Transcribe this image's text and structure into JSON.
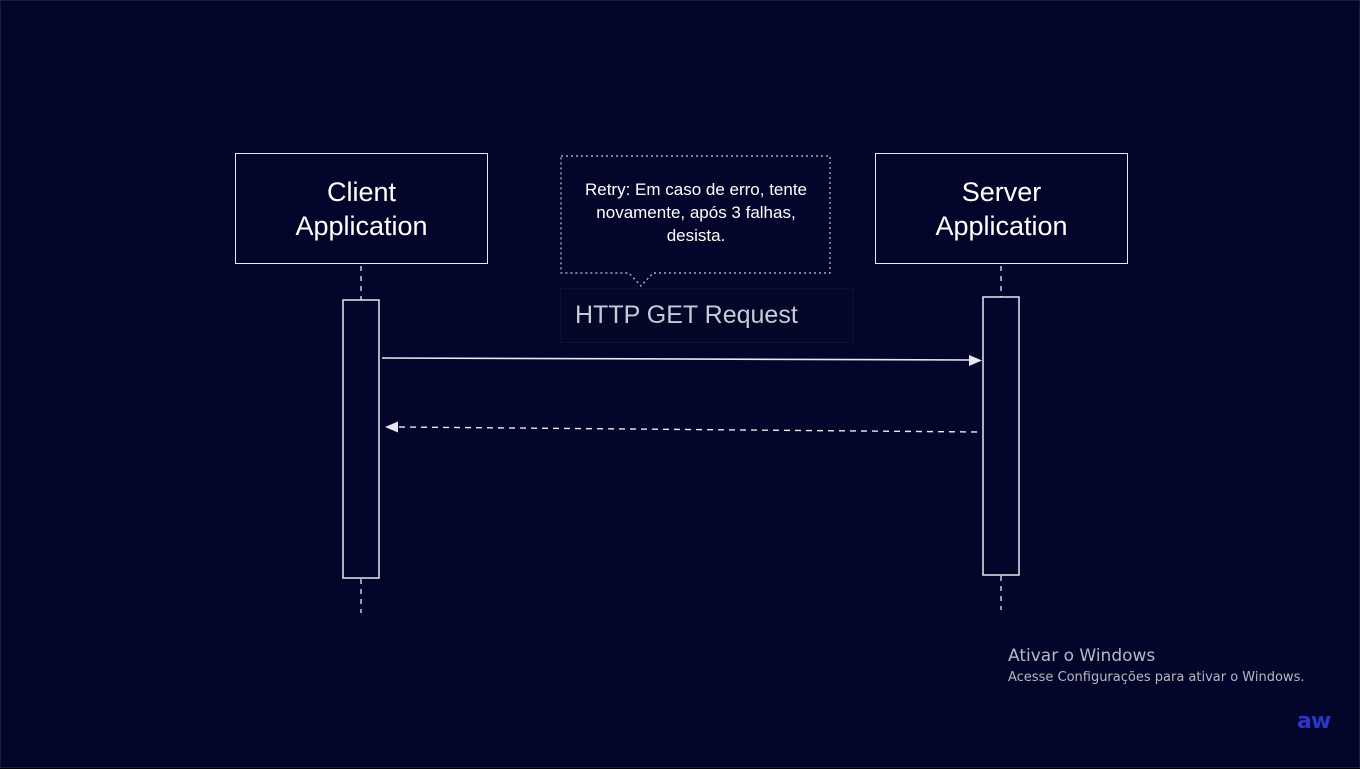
{
  "participants": {
    "client": {
      "line1": "Client",
      "line2": "Application"
    },
    "server": {
      "line1": "Server",
      "line2": "Application"
    }
  },
  "note": {
    "text": "Retry: Em caso de erro, tente novamente, após 3 falhas, desista."
  },
  "message_label": "HTTP GET Request",
  "messages": [
    {
      "from": "client",
      "to": "server",
      "style": "solid"
    },
    {
      "from": "server",
      "to": "client",
      "style": "dashed"
    }
  ],
  "watermark": {
    "title": "Ativar o Windows",
    "subtitle": "Acesse Configurações para ativar o Windows."
  },
  "logo": {
    "text": "aw",
    "color": "#2b35c9"
  },
  "colors": {
    "background": "#03062a",
    "line": "#e8e8ee"
  }
}
